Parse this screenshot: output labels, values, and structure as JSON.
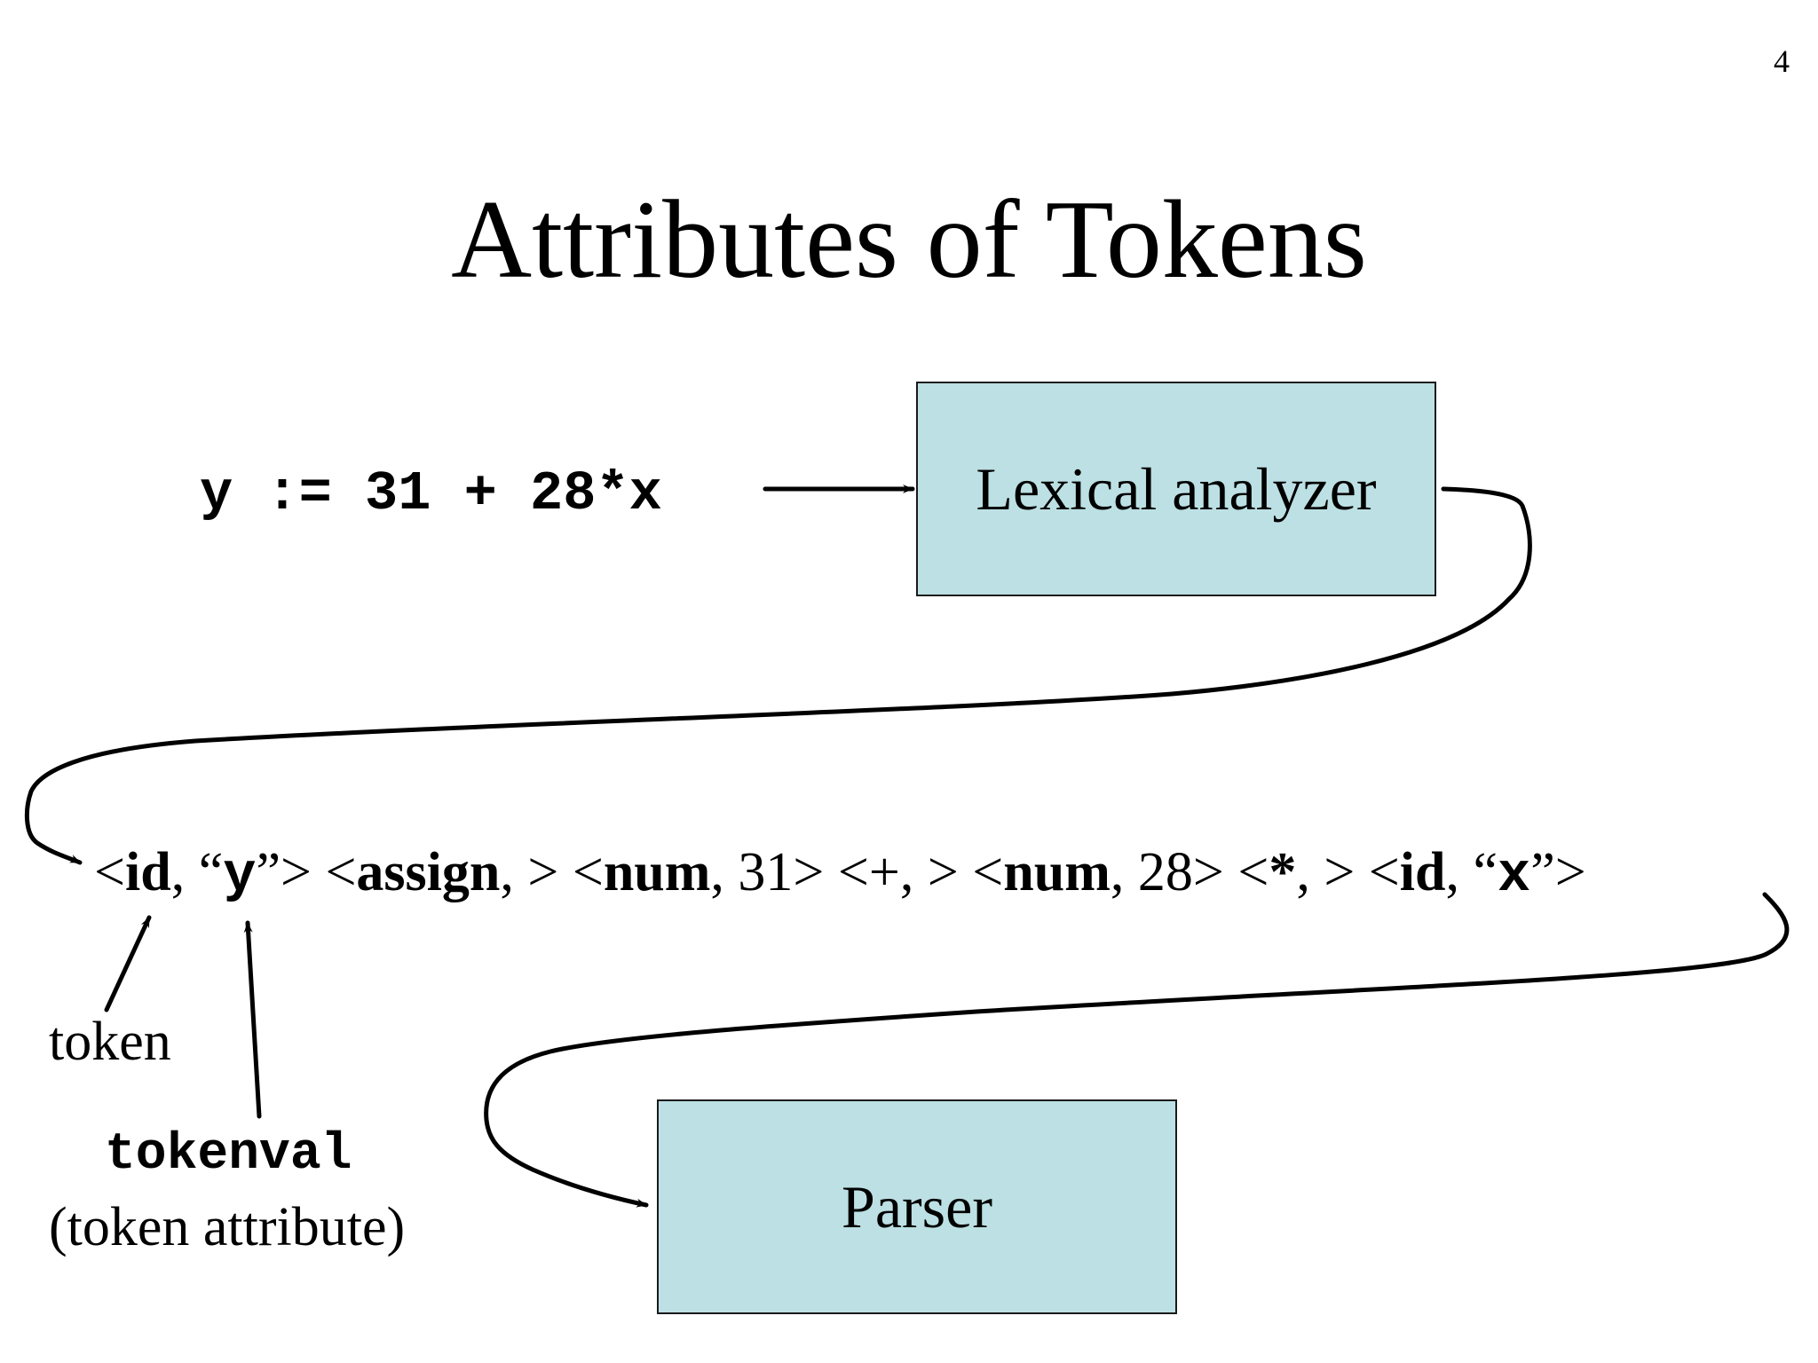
{
  "slide": {
    "page_number": "4",
    "title": "Attributes of Tokens"
  },
  "source_statement": "y := 31 + 28*x",
  "boxes": {
    "lexer": "Lexical analyzer",
    "parser": "Parser"
  },
  "token_stream": [
    {
      "open": "<",
      "name": "id",
      "sep": ", ",
      "q1": "“",
      "value": "y",
      "q2": "”",
      "close": ">"
    },
    {
      "open": " <",
      "name": "assign",
      "sep": ", ",
      "value": "",
      "close": ">"
    },
    {
      "open": " <",
      "name": "num",
      "sep": ", ",
      "value": "31",
      "close": ">"
    },
    {
      "open": " <",
      "name": "+",
      "sep": ", ",
      "value": "",
      "close": ">"
    },
    {
      "open": " <",
      "name": "num",
      "sep": ", ",
      "value": "28",
      "close": ">"
    },
    {
      "open": " <",
      "name": "*",
      "sep": ", ",
      "value": "",
      "close": ">"
    },
    {
      "open": " <",
      "name": "id",
      "sep": ", ",
      "q1": "“",
      "value": "x",
      "q2": "”",
      "close": ">"
    }
  ],
  "labels": {
    "token": "token",
    "tokenval": "tokenval",
    "token_attribute": "(token attribute)"
  }
}
